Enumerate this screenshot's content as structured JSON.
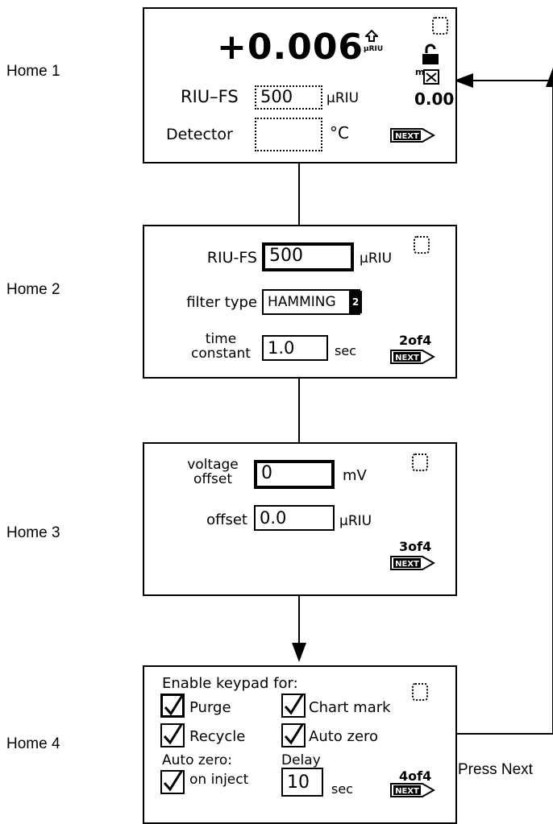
{
  "labels": {
    "home1": "Home 1",
    "home2": "Home 2",
    "home3": "Home 3",
    "home4": "Home 4",
    "press_next": "Press Next"
  },
  "home1": {
    "reading": "+0.006",
    "reading_unit": "µRIU",
    "riu_fs_label": "RIU–FS",
    "riu_fs_value": "500",
    "riu_fs_unit": "µRIU",
    "detector_label": "Detector",
    "detector_value": "",
    "detector_unit": "°C",
    "mark_value": "0.00"
  },
  "home2": {
    "riu_fs_label": "RIU-FS",
    "riu_fs_value": "500",
    "riu_fs_unit": "µRIU",
    "filter_type_label": "filter type",
    "filter_type_value": "HAMMING",
    "filter_badge": "2",
    "time_label_1": "time",
    "time_label_2": "constant",
    "time_value": "1.0",
    "time_unit": "sec",
    "page": "2of4"
  },
  "home3": {
    "voltage_label_1": "voltage",
    "voltage_label_2": "offset",
    "voltage_value": "0",
    "voltage_unit": "mV",
    "offset_label": "offset",
    "offset_value": "0.0",
    "offset_unit": "µRIU",
    "page": "3of4"
  },
  "home4": {
    "heading": "Enable keypad for:",
    "purge": "Purge",
    "chart_mark": "Chart mark",
    "recycle": "Recycle",
    "auto_zero": "Auto zero",
    "auto_zero_label": "Auto zero:",
    "delay_label": "Delay",
    "on_inject": "on inject",
    "delay_value": "10",
    "delay_unit": "sec",
    "page": "4of4"
  },
  "next_button": "NEXT"
}
